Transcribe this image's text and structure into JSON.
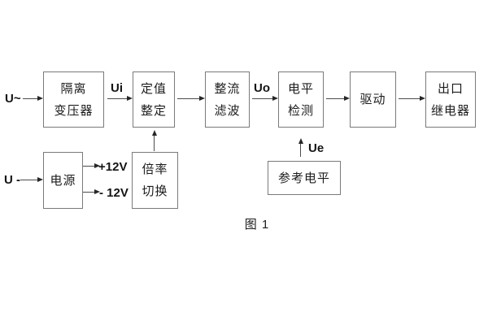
{
  "figure": {
    "caption": "图 1"
  },
  "colors": {
    "background": "#ffffff",
    "box_border": "#7a7a7a",
    "line": "#4c4c4c",
    "arrowhead": "#262626",
    "text": "#1c1c1c"
  },
  "blocks": {
    "isolation_transformer": {
      "line1": "隔离",
      "line2": "变压器"
    },
    "value_setting": {
      "line1": "定值",
      "line2": "整定"
    },
    "rectifier_filter": {
      "line1": "整流",
      "line2": "滤波"
    },
    "level_detection": {
      "line1": "电平",
      "line2": "检测"
    },
    "drive": {
      "line1": "驱动"
    },
    "output_relay": {
      "line1": "出口",
      "line2": "继电器"
    },
    "power_supply": {
      "line1": "电源"
    },
    "ratio_switching": {
      "line1": "倍率",
      "line2": "切换"
    },
    "reference_level": {
      "line1": "参考电平"
    }
  },
  "signals": {
    "ac_input": "U~",
    "dc_input": "U -",
    "ui": "Ui",
    "uo": "Uo",
    "ue": "Ue",
    "plus_12v": "+12V",
    "minus_12v": "- 12V"
  }
}
